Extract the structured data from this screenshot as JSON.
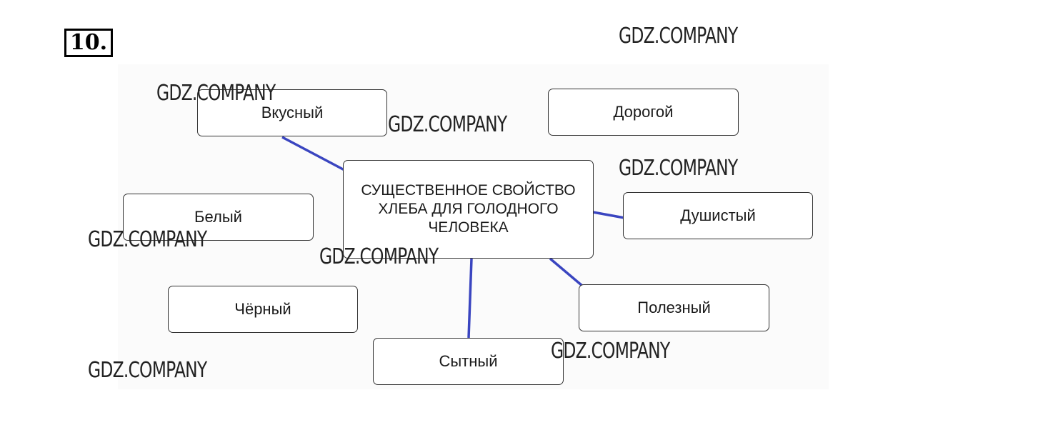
{
  "task": {
    "number": "10."
  },
  "diagram": {
    "center": "СУЩЕСТВЕННОЕ СВОЙСТВО ХЛЕБА ДЛЯ ГОЛОДНОГО ЧЕЛОВЕКА",
    "nodes": {
      "vkusny": "Вкусный",
      "dorogoy": "Дорогой",
      "bely": "Белый",
      "dushisty": "Душистый",
      "cherny": "Чёрный",
      "polezny": "Полезный",
      "sytny": "Сытный"
    },
    "link_color": "#3a45c0"
  },
  "watermarks": {
    "w1": "GDZ.COMPANY",
    "w2": "GDZ.COMPANY",
    "w3": "GDZ.COMPANY",
    "w4": "GDZ.COMPANY",
    "w5": "GDZ.COMPANY",
    "w6": "GDZ.COMPANY",
    "w7": "GDZ.COMPANY",
    "w8": "GDZ.COMPANY"
  }
}
